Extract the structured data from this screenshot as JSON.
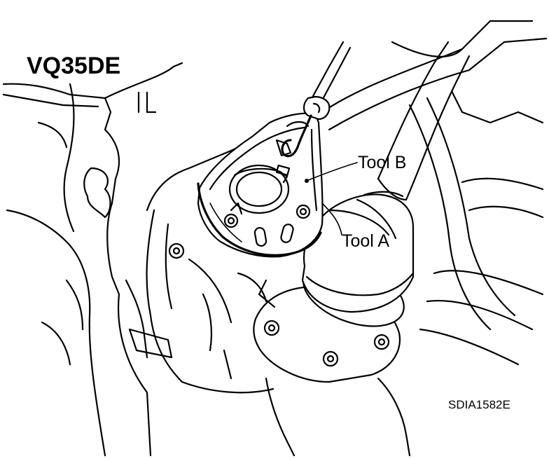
{
  "title": "VQ35DE",
  "callouts": {
    "tool_b": "Tool B",
    "tool_a": "Tool A"
  },
  "figure_id": "SDIA1582E"
}
